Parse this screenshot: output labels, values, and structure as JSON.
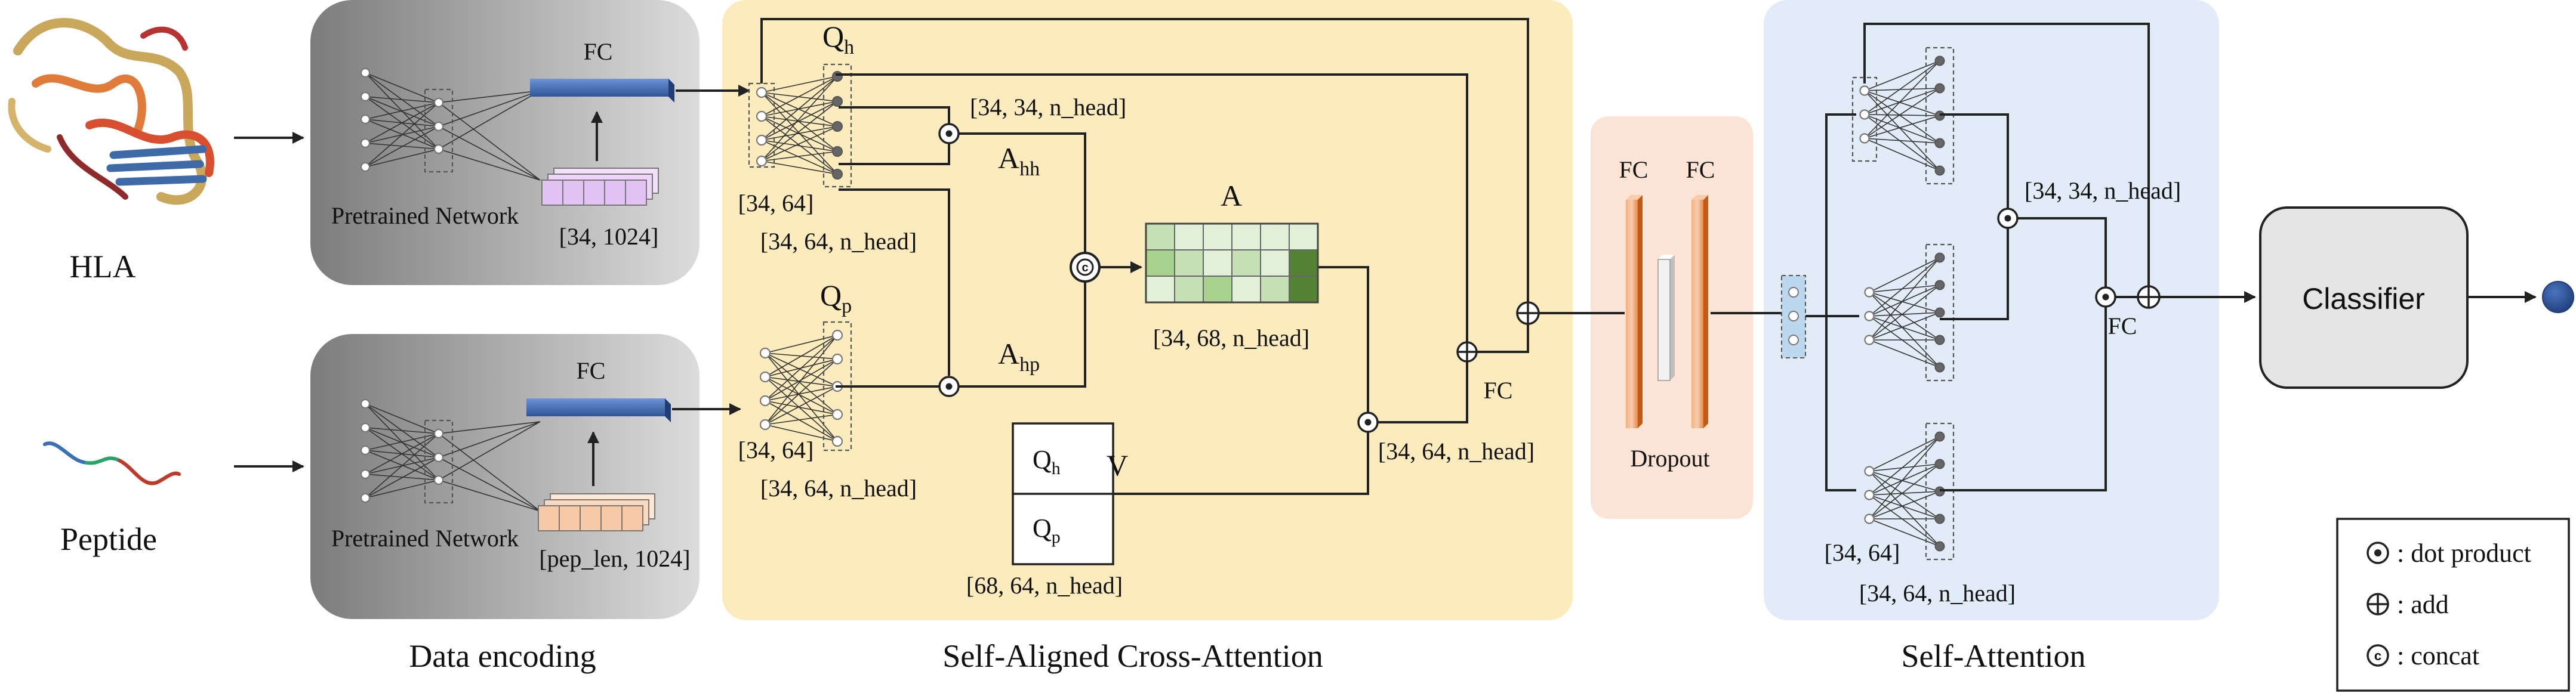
{
  "panels": {
    "encoding": "Data encoding",
    "cross_attention": "Self-Aligned Cross-Attention",
    "self_attention": "Self-Attention"
  },
  "inputs": {
    "hla": "HLA",
    "peptide": "Peptide"
  },
  "encoder_hla": {
    "network": "Pretrained Network",
    "fc": "FC",
    "shape": "[34, 1024]"
  },
  "encoder_pep": {
    "network": "Pretrained Network",
    "fc": "FC",
    "shape": "[pep_len, 1024]"
  },
  "cross": {
    "qh": "Q",
    "qh_sub": "h",
    "qp": "Q",
    "qp_sub": "p",
    "qh_in_shape": "[34, 64]",
    "qh_out_shape": "[34, 64, n_head]",
    "qp_in_shape": "[34, 64]",
    "qp_out_shape": "[34, 64, n_head]",
    "ahh_shape": "[34, 34, n_head]",
    "ahh": "A",
    "ahh_sub": "hh",
    "ahp": "A",
    "ahp_sub": "hp",
    "a_label": "A",
    "a_shape": "[34, 68, n_head]",
    "v_label": "V",
    "v_top": "Q",
    "v_top_sub": "h",
    "v_bottom": "Q",
    "v_bottom_sub": "p",
    "v_shape": "[68, 64, n_head]",
    "out_shape": "[34, 64, n_head]",
    "fc": "FC"
  },
  "dropout": {
    "fc1": "FC",
    "fc2": "FC",
    "label": "Dropout"
  },
  "self_attn": {
    "attn_shape": "[34, 34, n_head]",
    "in_shape": "[34, 64]",
    "out_shape": "[34, 64, n_head]",
    "fc": "FC"
  },
  "classifier": "Classifier",
  "legend": {
    "dot": ": dot product",
    "add": ": add",
    "concat": ": concat",
    "concat_symbol": "c"
  },
  "colors": {
    "encoding_panel": "#8c8c8c",
    "cross_panel": "#fcebbd",
    "dropout_panel": "#fbe3d6",
    "self_panel": "#e2ecf8",
    "fc_bar": "#4472c4",
    "hla_embed": "#e3c3f5",
    "pep_embed": "#f8c9a6",
    "dropout_bar": "#f4b183",
    "output_node": "#2f5597"
  },
  "attention_matrix_shades": [
    [
      "#c5e0b4",
      "#e2f0d9",
      "#e2f0d9",
      "#e2f0d9",
      "#e2f0d9",
      "#e2f0d9"
    ],
    [
      "#a9d18e",
      "#c5e0b4",
      "#e2f0d9",
      "#c5e0b4",
      "#e2f0d9",
      "#548235"
    ],
    [
      "#e2f0d9",
      "#c5e0b4",
      "#a9d18e",
      "#e2f0d9",
      "#c5e0b4",
      "#548235"
    ]
  ]
}
